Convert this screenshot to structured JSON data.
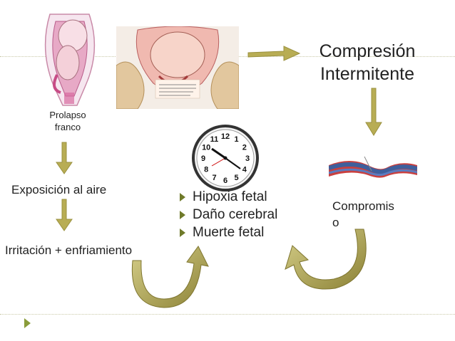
{
  "slide": {
    "labels": {
      "prolapso": "Prolapso\nfranco",
      "exposicion": "Exposición al aire",
      "irritacion": "Irritación + enfriamiento",
      "compresion_line1": "Compresión",
      "compresion_line2": "Intermitente",
      "compromiso": "Compromis\no"
    },
    "bullets": [
      "Hipoxia fetal",
      "Daño cerebral",
      "Muerte fetal"
    ],
    "clock": {
      "numbers": [
        "12",
        "1",
        "2",
        "3",
        "4",
        "5",
        "6",
        "7",
        "8",
        "9",
        "10",
        "11"
      ]
    },
    "colors": {
      "arrow_fill": "#b8ad54",
      "arrow_dark": "#8c8236",
      "bullet": "#6f7a2a",
      "dotted_line": "#c9c9a8"
    },
    "icons": [
      "fetus-illustration",
      "pelvis-cord-illustration",
      "clock-icon",
      "compressed-cord-illustration"
    ]
  }
}
